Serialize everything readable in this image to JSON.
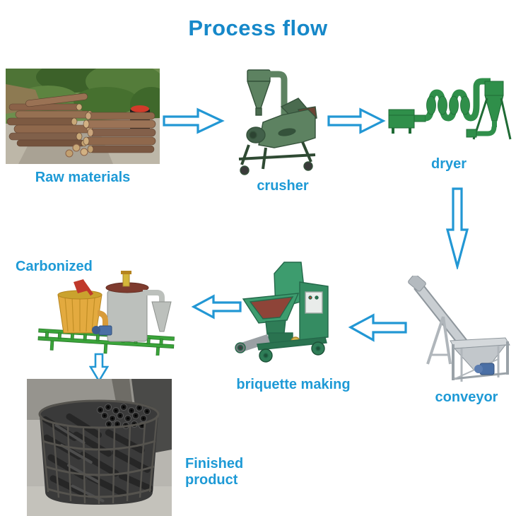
{
  "title": "Process flow",
  "colors": {
    "title": "#1688c9",
    "label": "#1e9ad6",
    "arrow": "#2297d4"
  },
  "nodes": [
    {
      "id": "raw-materials",
      "label": "Raw materials",
      "depicts": "photo of stacked wood logs outdoors"
    },
    {
      "id": "crusher",
      "label": "crusher",
      "depicts": "green hammer-mill crusher with cyclone"
    },
    {
      "id": "dryer",
      "label": "dryer",
      "depicts": "green airflow pipe dryer with cyclone"
    },
    {
      "id": "conveyor",
      "label": "conveyor",
      "depicts": "stainless screw conveyor with hopper"
    },
    {
      "id": "briquette-making",
      "label": "briquette making",
      "depicts": "green briquette press machine with hopper"
    },
    {
      "id": "carbonized",
      "label": "Carbonized",
      "depicts": "carbonization furnace on green trailer"
    },
    {
      "id": "finished-product",
      "label": "Finished product",
      "depicts": "photo of charcoal briquettes in round wire basket"
    }
  ],
  "arrows": [
    {
      "from": "raw-materials",
      "to": "crusher",
      "direction": "right"
    },
    {
      "from": "crusher",
      "to": "dryer",
      "direction": "right"
    },
    {
      "from": "dryer",
      "to": "conveyor",
      "direction": "down"
    },
    {
      "from": "conveyor",
      "to": "briquette-making",
      "direction": "left"
    },
    {
      "from": "briquette-making",
      "to": "carbonized",
      "direction": "left"
    },
    {
      "from": "carbonized",
      "to": "finished-product",
      "direction": "down"
    }
  ]
}
